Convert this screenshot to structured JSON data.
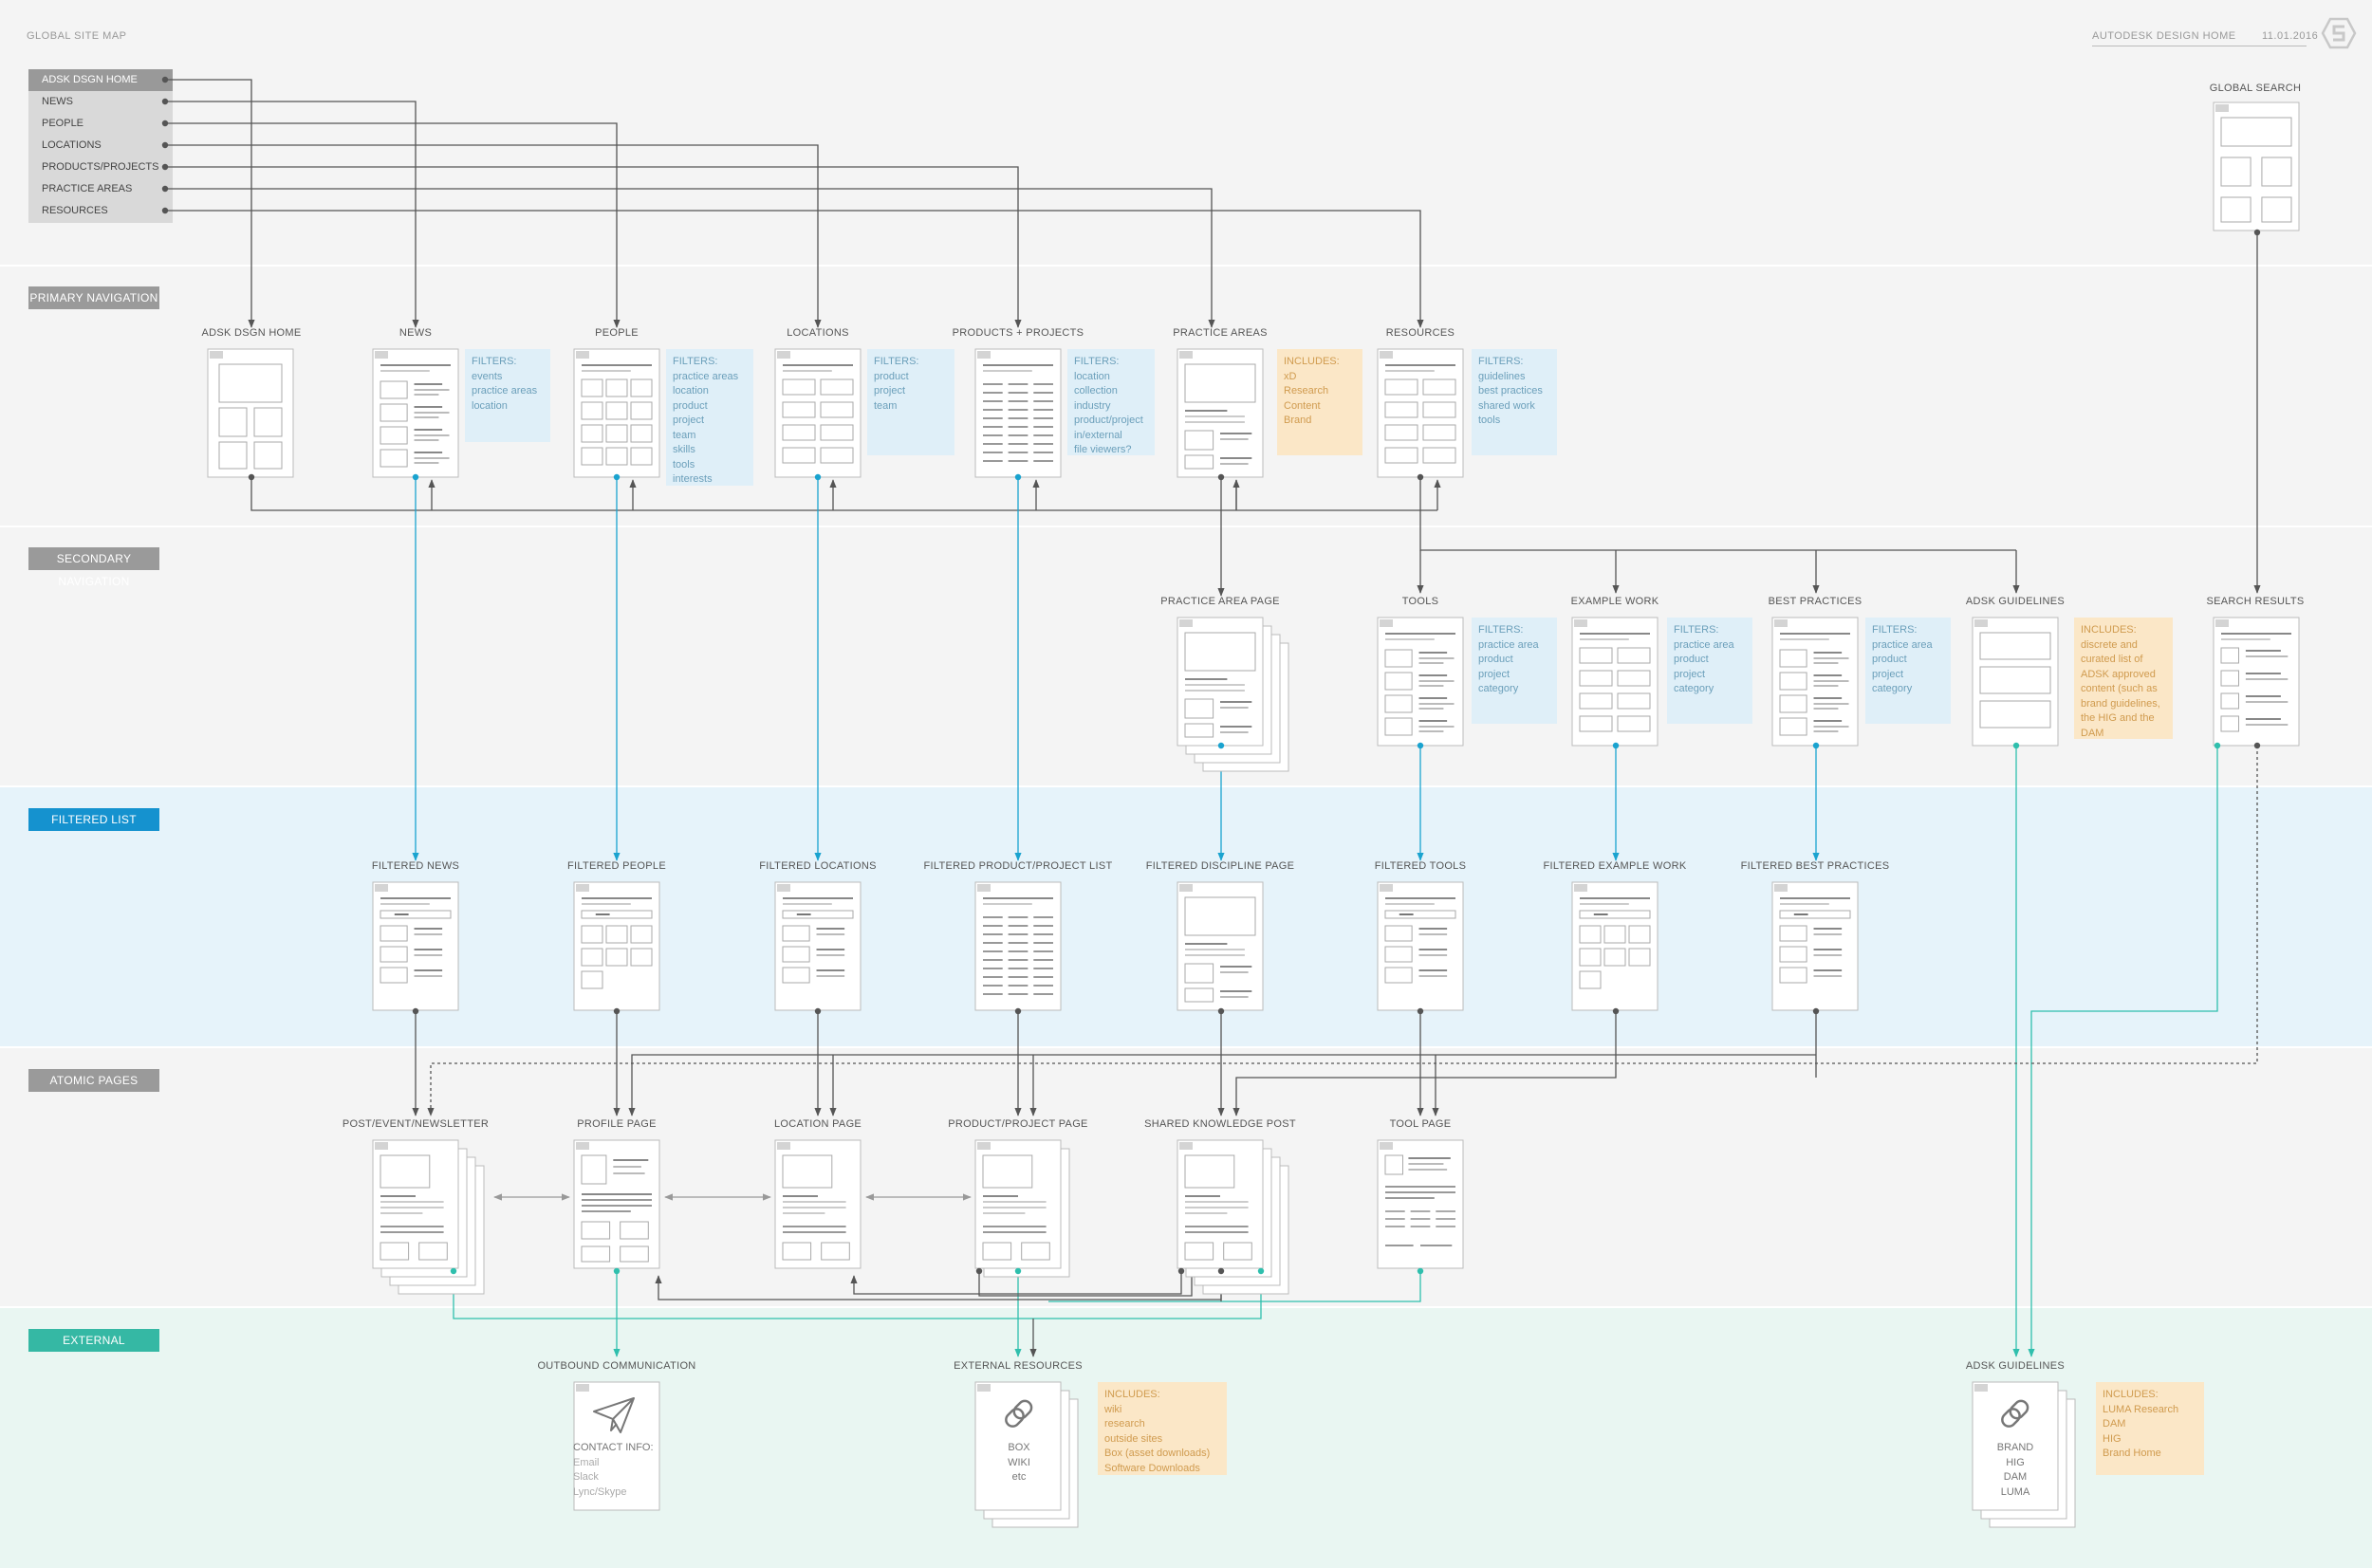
{
  "header": {
    "left_title": "GLOBAL SITE MAP",
    "right_title": "AUTODESK DESIGN HOME",
    "date": "11.01.2016"
  },
  "global_menu": [
    {
      "label": "ADSK DSGN HOME",
      "active": true
    },
    {
      "label": "NEWS",
      "active": false
    },
    {
      "label": "PEOPLE",
      "active": false
    },
    {
      "label": "LOCATIONS",
      "active": false
    },
    {
      "label": "PRODUCTS/PROJECTS",
      "active": false
    },
    {
      "label": "PRACTICE AREAS",
      "active": false
    },
    {
      "label": "RESOURCES",
      "active": false
    }
  ],
  "bands": {
    "primary": "PRIMARY NAVIGATION",
    "secondary": "SECONDARY NAVIGATION",
    "filtered": "FILTERED LIST",
    "atomic": "ATOMIC PAGES",
    "external": "EXTERNAL"
  },
  "pages": {
    "global_search": "GLOBAL SEARCH",
    "adsk_dsgn_home": "ADSK DSGN HOME",
    "news": "NEWS",
    "people": "PEOPLE",
    "locations": "LOCATIONS",
    "products_projects": "PRODUCTS + PROJECTS",
    "practice_areas": "PRACTICE AREAS",
    "resources": "RESOURCES",
    "practice_area_page": "PRACTICE AREA PAGE",
    "tools": "TOOLS",
    "example_work": "EXAMPLE WORK",
    "best_practices": "BEST PRACTICES",
    "adsk_guidelines": "ADSK GUIDELINES",
    "search_results": "SEARCH RESULTS",
    "filtered_news": "FILTERED NEWS",
    "filtered_people": "FILTERED PEOPLE",
    "filtered_locations": "FILTERED LOCATIONS",
    "filtered_product_project_list": "FILTERED PRODUCT/PROJECT LIST",
    "filtered_discipline_page": "FILTERED DISCIPLINE PAGE",
    "filtered_tools": "FILTERED TOOLS",
    "filtered_example_work": "FILTERED EXAMPLE WORK",
    "filtered_best_practices": "FILTERED BEST PRACTICES",
    "post_event_newsletter": "POST/EVENT/NEWSLETTER",
    "profile_page": "PROFILE PAGE",
    "location_page": "LOCATION PAGE",
    "product_project_page": "PRODUCT/PROJECT PAGE",
    "shared_knowledge_post": "SHARED KNOWLEDGE POST",
    "tool_page": "TOOL PAGE",
    "outbound_communication": "OUTBOUND COMMUNICATION",
    "external_resources": "EXTERNAL RESOURCES",
    "adsk_guidelines_external": "ADSK GUIDELINES"
  },
  "notes": {
    "news": [
      "FILTERS:",
      "events",
      "practice areas",
      "location"
    ],
    "people": [
      "FILTERS:",
      "practice areas",
      "location",
      "product",
      "project",
      "team",
      "skills",
      "tools",
      "interests"
    ],
    "locations": [
      "FILTERS:",
      "product",
      "project",
      "team"
    ],
    "products_projects": [
      "FILTERS:",
      "location",
      "collection",
      "industry",
      "product/project",
      "in/external",
      "file viewers?"
    ],
    "practice_areas": [
      "INCLUDES:",
      "xD",
      "Research",
      "Content",
      "Brand"
    ],
    "resources": [
      "FILTERS:",
      "guidelines",
      "best practices",
      "shared work",
      "tools"
    ],
    "tools": [
      "FILTERS:",
      "practice area",
      "product",
      "project",
      "category"
    ],
    "example_work": [
      "FILTERS:",
      "practice area",
      "product",
      "project",
      "category"
    ],
    "best_practices": [
      "FILTERS:",
      "practice area",
      "product",
      "project",
      "category"
    ],
    "adsk_guidelines": [
      "INCLUDES:",
      "discrete and",
      "curated list of",
      "ADSK approved",
      "content (such as",
      "brand guidelines,",
      "the HIG and the",
      "DAM"
    ],
    "external_resources": [
      "INCLUDES:",
      "wiki",
      "research",
      "outside sites",
      "Box (asset downloads)",
      "Software Downloads"
    ],
    "adsk_guidelines_external": [
      "INCLUDES:",
      "LUMA Research",
      "DAM",
      "HIG",
      "Brand Home"
    ]
  },
  "external_cards": {
    "outbound": [
      "CONTACT INFO:",
      "Email",
      "Slack",
      "Lync/Skype"
    ],
    "resources": [
      "BOX",
      "WIKI",
      "etc"
    ],
    "guidelines": [
      "BRAND",
      "HIG",
      "DAM",
      "LUMA"
    ]
  },
  "icons": [
    "logo-mark-icon",
    "paper-plane-icon",
    "link-icon"
  ],
  "colors": {
    "connector_dark": "#555555",
    "connector_blue": "#1aa3cf",
    "connector_teal": "#2fbfad",
    "filtered_band": "#e6f3fa",
    "external_band": "#e9f6f2",
    "note_blue": "#dfeff8",
    "note_orange": "#fbe7c7"
  }
}
